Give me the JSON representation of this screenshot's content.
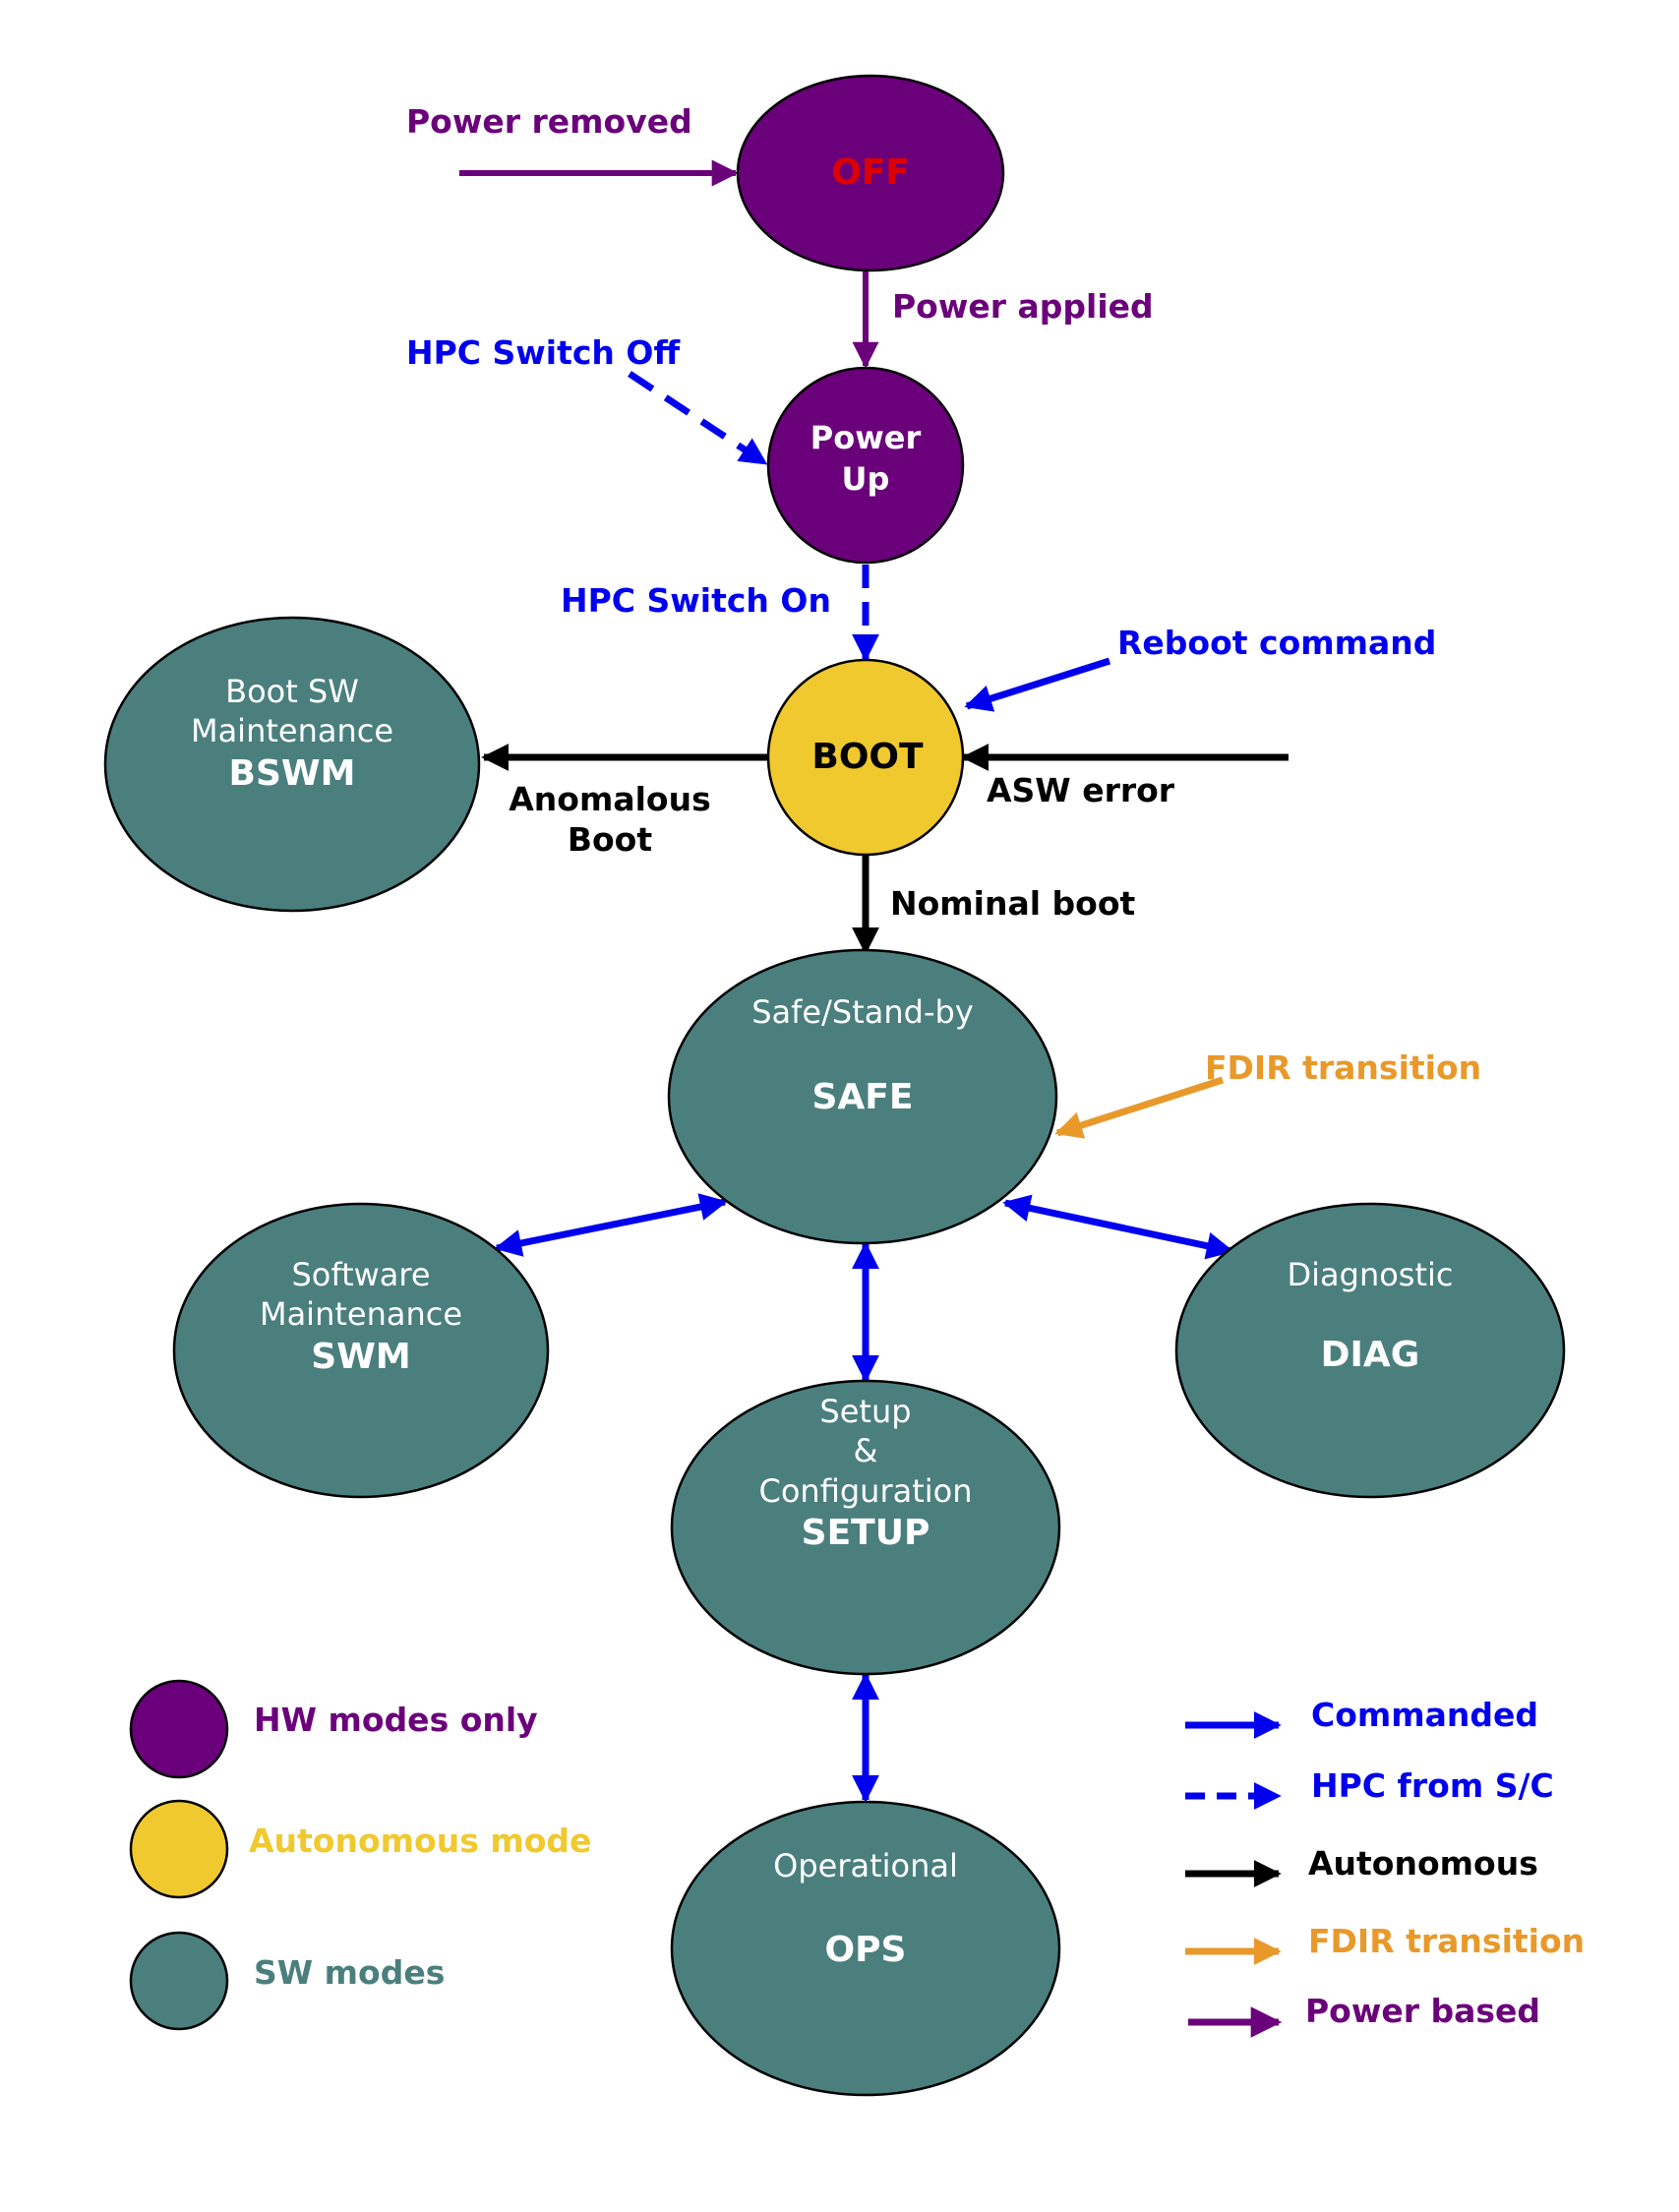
{
  "colors": {
    "hw": "#6b007b",
    "autonomous_mode": "#f0c92e",
    "sw": "#4a7f7e",
    "commanded": "#0000ee",
    "autonomous": "#000000",
    "fdir": "#e8992a",
    "power": "#6b007b",
    "off_text": "#dd0000"
  },
  "nodes": {
    "off": {
      "abbr": "OFF"
    },
    "powerup": {
      "line1": "Power",
      "line2": "Up"
    },
    "boot": {
      "abbr": "BOOT"
    },
    "bswm": {
      "line1": "Boot SW",
      "line2": "Maintenance",
      "abbr": "BSWM"
    },
    "safe": {
      "line1": "Safe/Stand-by",
      "abbr": "SAFE"
    },
    "swm": {
      "line1": "Software",
      "line2": "Maintenance",
      "abbr": "SWM"
    },
    "diag": {
      "line1": "Diagnostic",
      "abbr": "DIAG"
    },
    "setup": {
      "line1": "Setup",
      "line2": "&",
      "line3": "Configuration",
      "abbr": "SETUP"
    },
    "ops": {
      "line1": "Operational",
      "abbr": "OPS"
    }
  },
  "transitions": {
    "power_removed": "Power removed",
    "power_applied": "Power applied",
    "hpc_switch_off": "HPC Switch Off",
    "hpc_switch_on": "HPC Switch On",
    "reboot_command": "Reboot command",
    "anomalous_boot_1": "Anomalous",
    "anomalous_boot_2": "Boot",
    "asw_error": "ASW error",
    "nominal_boot": "Nominal boot",
    "fdir_transition": "FDIR transition"
  },
  "legend_modes": [
    {
      "label": "HW modes only",
      "color": "#6b007b"
    },
    {
      "label": "Autonomous mode",
      "color": "#f0c92e"
    },
    {
      "label": "SW modes",
      "color": "#4a7f7e"
    }
  ],
  "legend_arrows": [
    {
      "label": "Commanded",
      "color": "#0000ee",
      "style": "solid"
    },
    {
      "label": "HPC from S/C",
      "color": "#0000ee",
      "style": "dashed"
    },
    {
      "label": "Autonomous",
      "color": "#000000",
      "style": "solid"
    },
    {
      "label": "FDIR transition",
      "color": "#e8992a",
      "style": "solid"
    },
    {
      "label": "Power based",
      "color": "#6b007b",
      "style": "solid"
    }
  ]
}
